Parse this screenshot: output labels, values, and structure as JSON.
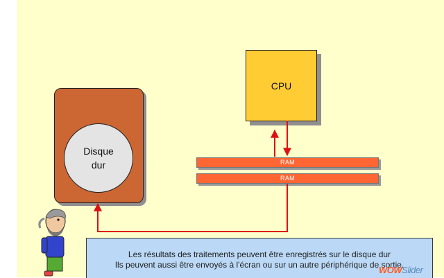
{
  "disk": {
    "line1": "Disque",
    "line2": "dur"
  },
  "cpu": {
    "label": "CPU"
  },
  "ram": [
    {
      "label": "RAM"
    },
    {
      "label": "RAM"
    }
  ],
  "caption": {
    "line1": "Les résultats des traitements peuvent être enregistrés sur le disque dur",
    "line2": "Ils peuvent aussi être envoyés à l'écran ou sur un autre périphérique de sortie."
  },
  "watermark": {
    "part1": "WOW",
    "part2": "Slider"
  },
  "colors": {
    "panel": "#ffffcc",
    "disk": "#cc6633",
    "cpu": "#ffcc33",
    "ram": "#ff6633",
    "arrow": "#dd1111",
    "caption": "#bbd9f6"
  },
  "icons": {
    "person": "cartoon-person-icon"
  }
}
